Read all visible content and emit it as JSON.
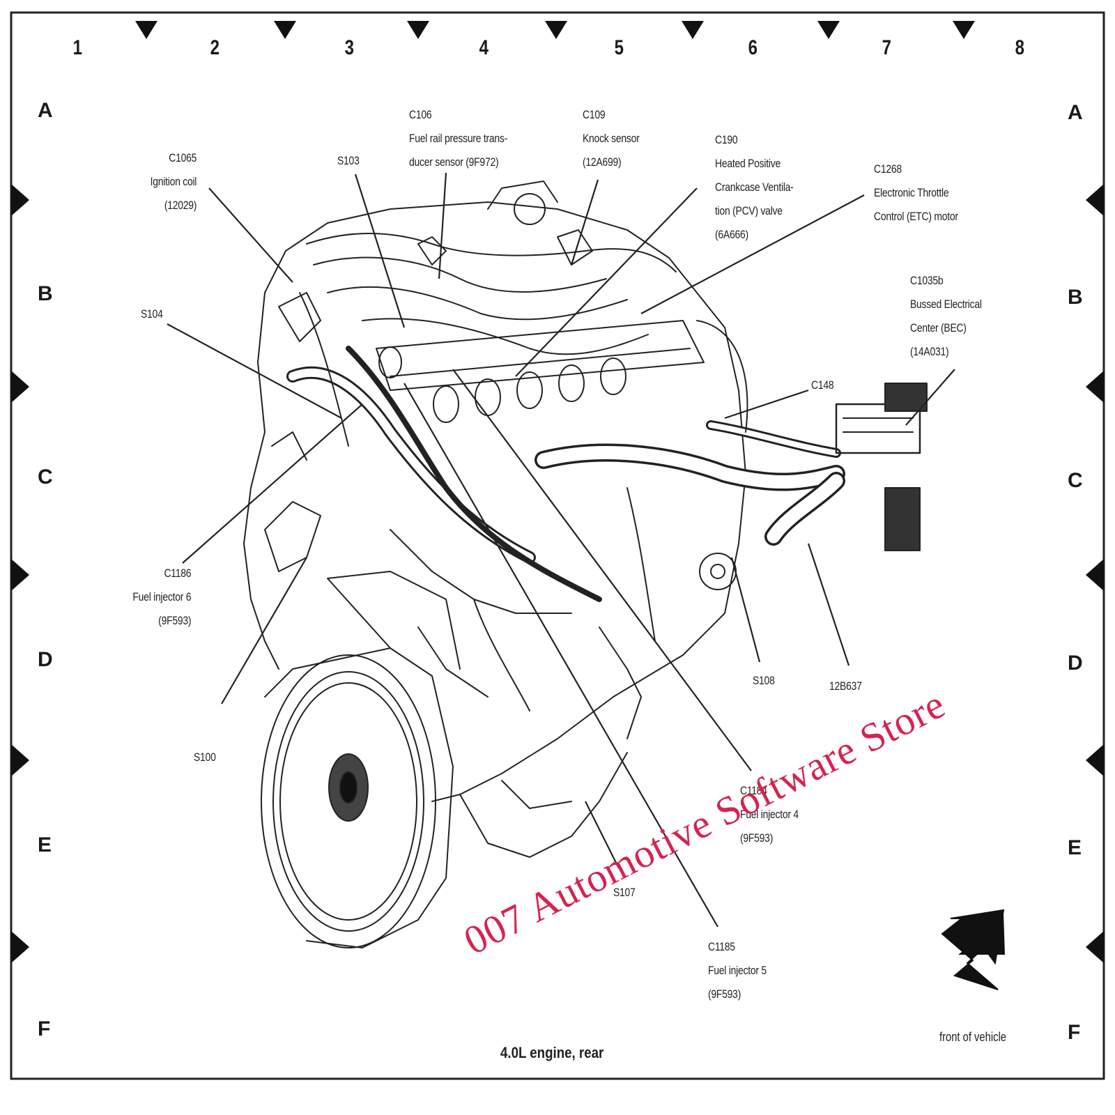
{
  "grid": {
    "columns": [
      "1",
      "2",
      "3",
      "4",
      "5",
      "6",
      "7",
      "8"
    ],
    "rows": [
      "A",
      "B",
      "C",
      "D",
      "E",
      "F"
    ]
  },
  "callouts": {
    "c1065": [
      "C1065",
      "Ignition coil",
      "(12029)"
    ],
    "s103": [
      "S103"
    ],
    "c106": [
      "C106",
      "Fuel rail pressure trans-",
      "ducer sensor (9F972)"
    ],
    "c109": [
      "C109",
      "Knock sensor",
      "(12A699)"
    ],
    "c190": [
      "C190",
      "Heated Positive",
      "Crankcase Ventila-",
      "tion (PCV) valve",
      "(6A666)"
    ],
    "c1268": [
      "C1268",
      "Electronic Throttle",
      "Control (ETC) motor"
    ],
    "c1035b": [
      "C1035b",
      "Bussed Electrical",
      "Center (BEC)",
      "(14A031)"
    ],
    "s104": [
      "S104"
    ],
    "c148": [
      "C148"
    ],
    "c1186": [
      "C1186",
      "Fuel injector 6",
      "(9F593)"
    ],
    "s100": [
      "S100"
    ],
    "s108": [
      "S108"
    ],
    "harness": [
      "12B637"
    ],
    "c1184": [
      "C1184",
      "Fuel injector 4",
      "(9F593)"
    ],
    "s107": [
      "S107"
    ],
    "c1185": [
      "C1185",
      "Fuel injector 5",
      "(9F593)"
    ]
  },
  "caption": "4.0L engine, rear",
  "front_label": "front of vehicle",
  "watermark": "007 Automotive Software Store",
  "colors": {
    "ink": "#1a1a1a",
    "watermark": "#d6234f",
    "background": "#ffffff"
  }
}
